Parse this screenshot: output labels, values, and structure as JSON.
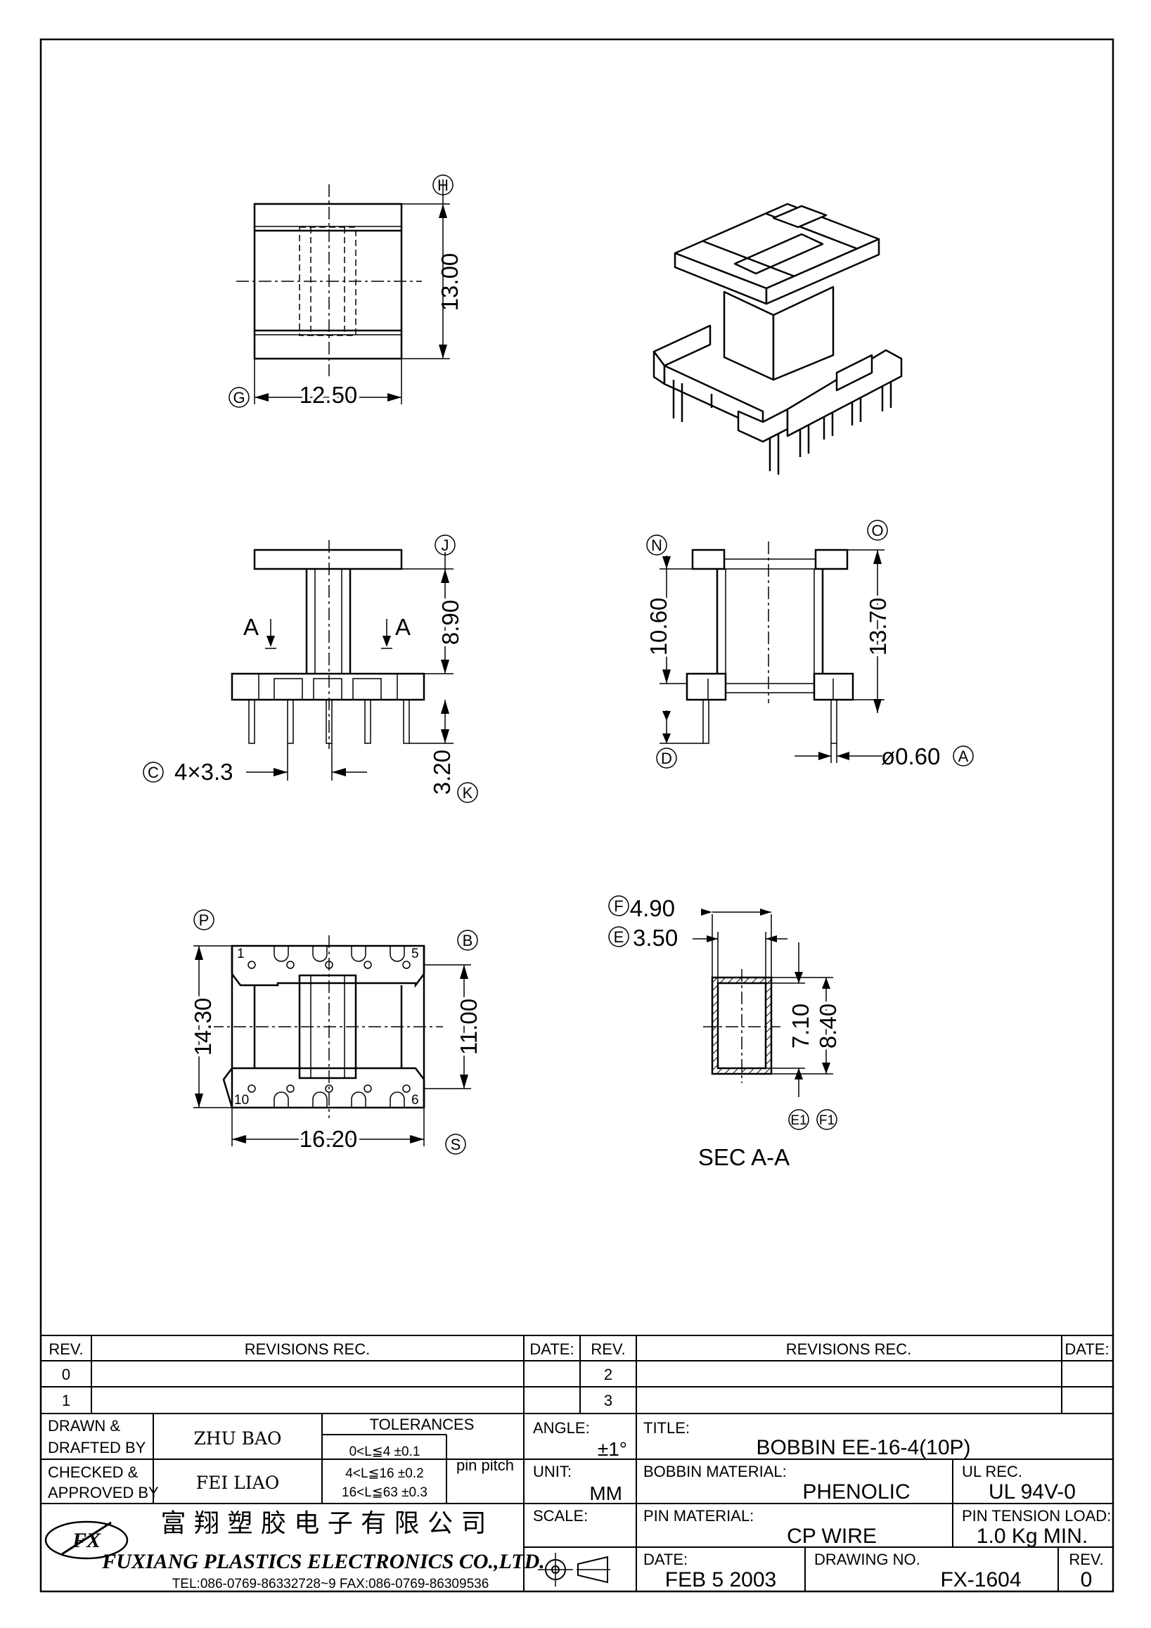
{
  "views": {
    "top": {
      "dim_height": "13.00",
      "dim_width": "12.50",
      "tag_h": "H",
      "tag_g": "G"
    },
    "front": {
      "dim_top": "8.90",
      "dim_pin": "3.20",
      "pitch": "4×3.3",
      "section_label": "A",
      "tag_j": "J",
      "tag_k": "K",
      "tag_c": "C"
    },
    "side": {
      "dim_left": "10.60",
      "dim_right": "13.70",
      "pin_dia": "ø0.60",
      "tag_n": "N",
      "tag_o": "O",
      "tag_d": "D",
      "tag_a": "A"
    },
    "bottom": {
      "dim_left": "14.30",
      "dim_right": "11.00",
      "dim_width": "16.20",
      "pin_1": "1",
      "pin_5": "5",
      "pin_6": "6",
      "pin_10": "10",
      "tag_p": "P",
      "tag_b": "B",
      "tag_s": "S"
    },
    "section": {
      "dim_outer_w": "4.90",
      "dim_inner_w": "3.50",
      "dim_inner_h": "7.10",
      "dim_outer_h": "8.40",
      "caption": "SEC A-A",
      "tag_f": "F",
      "tag_e": "E",
      "tag_e1": "E1",
      "tag_f1": "F1"
    }
  },
  "title_block": {
    "rev_header": "REV.",
    "revisions_header": "REVISIONS  REC.",
    "date_header": "DATE:",
    "rev_rows_left": [
      "0",
      "1"
    ],
    "rev_rows_right": [
      "2",
      "3"
    ],
    "drawn_label_1": "DRAWN &",
    "drawn_label_2": "DRAFTED BY",
    "drawn_by": "ZHU BAO",
    "checked_label_1": "CHECKED &",
    "checked_label_2": "APPROVED BY",
    "checked_by": "FEI LIAO",
    "tolerances_header": "TOLERANCES",
    "tolerance_rows": [
      "0<L≦4   ±0.1",
      "4<L≦16  ±0.2",
      "16<L≦63  ±0.3"
    ],
    "pin_pitch": "pin pitch",
    "angle_label": "ANGLE:",
    "angle_value": "±1°",
    "unit_label": "UNIT:",
    "unit_value": "MM",
    "scale_label": "SCALE:",
    "title_label": "TITLE:",
    "title_value": "BOBBIN  EE-16-4(10P)",
    "bobbin_material_label": "BOBBIN MATERIAL:",
    "bobbin_material_value": "PHENOLIC",
    "ul_label": "UL REC.",
    "ul_value": "UL  94V-0",
    "pin_material_label": "PIN MATERIAL:",
    "pin_material_value": "CP  WIRE",
    "pin_tension_label": "PIN TENSION  LOAD:",
    "pin_tension_value": "1.0  Kg  MIN.",
    "date_label": "DATE:",
    "date_value": "FEB   5  2003",
    "drawing_no_label": "DRAWING NO.",
    "drawing_no_value": "FX-1604",
    "rev_label": "REV.",
    "rev_value": "0",
    "company_cn": "富 翔 塑 胶 电 子 有 限 公 司",
    "company_en": "FUXIANG PLASTICS ELECTRONICS CO.,LTD.",
    "contact": "TEL:086-0769-86332728~9  FAX:086-0769-86309536",
    "logo_text": "FX"
  }
}
